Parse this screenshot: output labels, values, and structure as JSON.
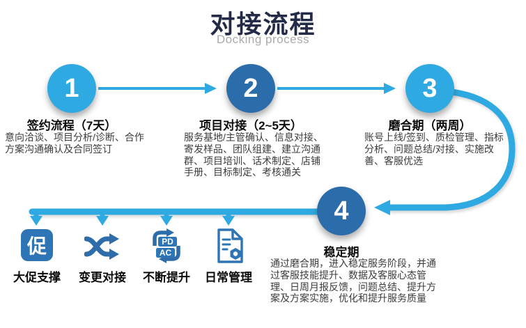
{
  "header": {
    "title": "对接流程",
    "subtitle": "Docking process"
  },
  "colors": {
    "light_blue": "#2FA9E1",
    "dark_blue": "#2B6CAB",
    "icon_blue": "#2E75B6",
    "title_navy": "#242B47"
  },
  "steps": [
    {
      "number": "1",
      "heading": "签约流程（7天）",
      "body": "意向洽谈、项目分析/诊断、合作方案沟通确认及合同签订"
    },
    {
      "number": "2",
      "heading": "项目对接（2~5天）",
      "body": "服务基地/主管确认、信息对接、寄发样品、团队组建、建立沟通群、项目培训、话术制定、店铺手册、目标制定、考核通关"
    },
    {
      "number": "3",
      "heading": "磨合期（两周）",
      "body": "账号上线/签到、质检管理、指标分析、问题总结/对接、实施改善、客服优选"
    },
    {
      "number": "4",
      "heading": "稳定期",
      "body": "通过磨合期，进入稳定服务阶段，并通过客服技能提升、数据及客服心态管理、日周月报反馈，问题总结、提升方案及方案实施，优化和提升服务质量"
    }
  ],
  "support_items": [
    {
      "icon": "promo-icon",
      "icon_glyph": "促",
      "label": "大促支撑"
    },
    {
      "icon": "shuffle-icon",
      "label": "变更对接"
    },
    {
      "icon": "pdca-icon",
      "pd": "PD",
      "ac": "AC",
      "label": "不断提升"
    },
    {
      "icon": "document-gear-icon",
      "label": "日常管理"
    }
  ]
}
